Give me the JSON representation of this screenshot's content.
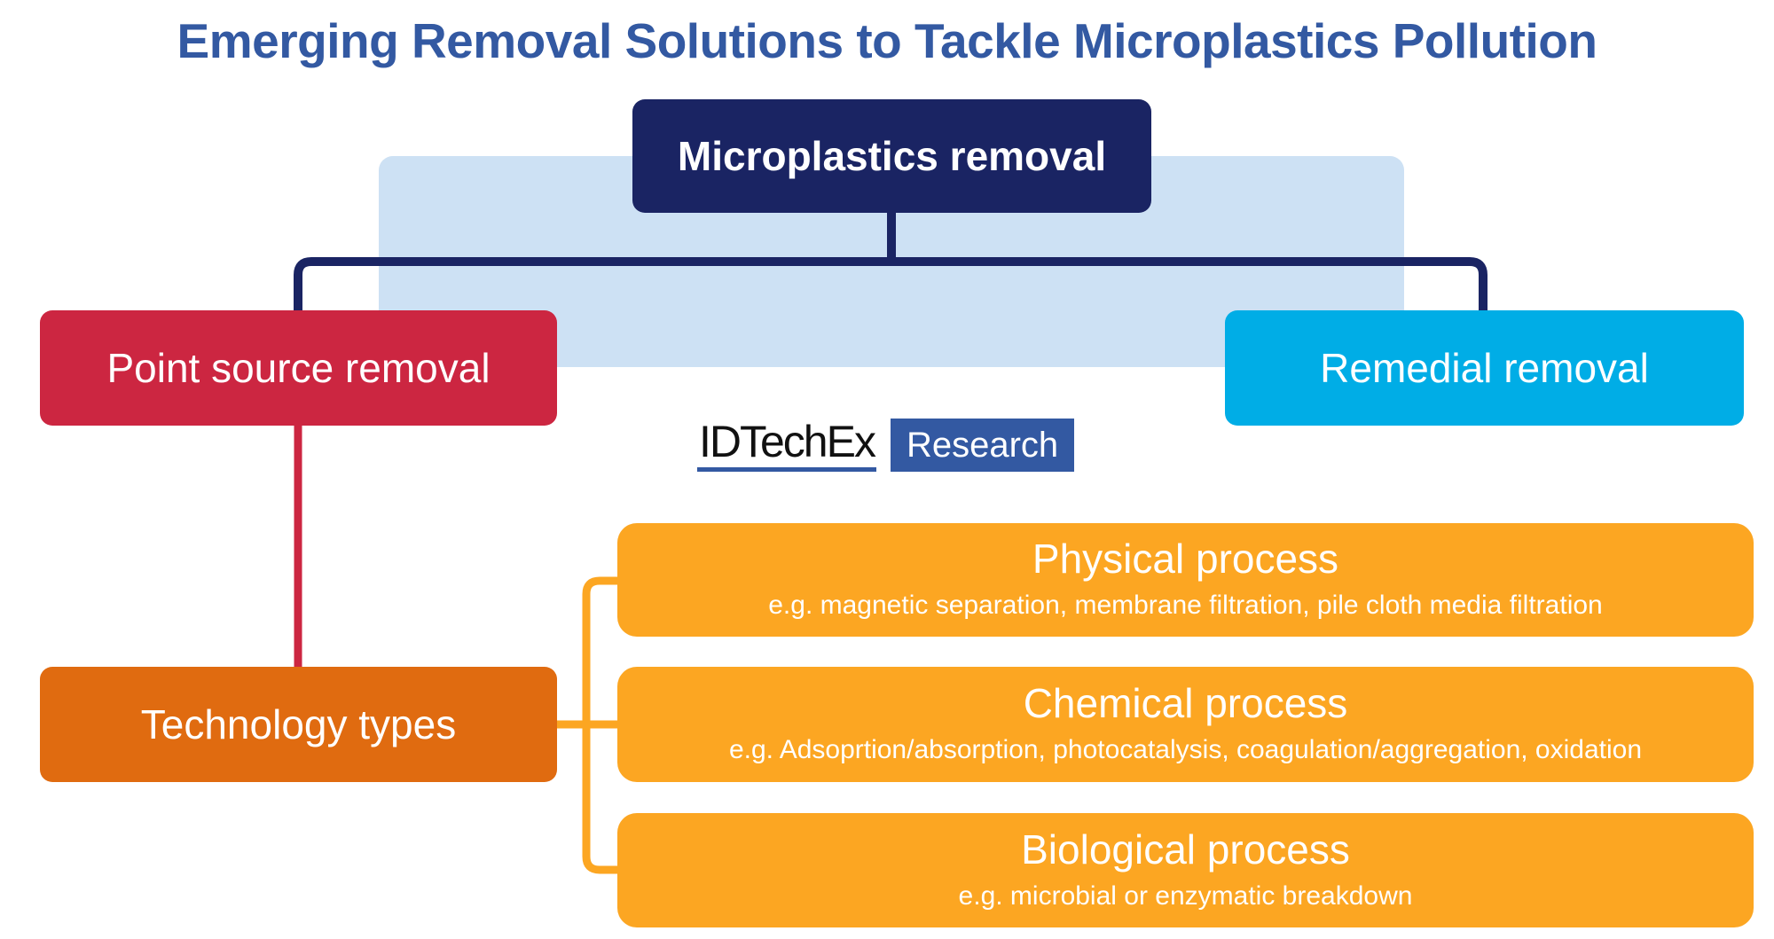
{
  "title": "Emerging Removal Solutions to Tackle Microplastics Pollution",
  "nodes": {
    "root": "Microplastics removal",
    "point_source": "Point source removal",
    "remedial": "Remedial removal",
    "technology_types": "Technology types"
  },
  "processes": [
    {
      "title": "Physical process",
      "examples": "e.g. magnetic separation, membrane filtration, pile cloth media filtration"
    },
    {
      "title": "Chemical process",
      "examples": "e.g. Adsoprtion/absorption, photocatalysis, coagulation/aggregation, oxidation"
    },
    {
      "title": "Biological process",
      "examples": "e.g. microbial or enzymatic breakdown"
    }
  ],
  "logo": {
    "brand": "IDTechEx",
    "tag": "Research"
  },
  "colors": {
    "title": "#3359a2",
    "root": "#1a2463",
    "point_source": "#cc2641",
    "remedial": "#00ade6",
    "technology": "#e06b10",
    "process": "#fca622",
    "background_panel": "#cde1f4"
  }
}
